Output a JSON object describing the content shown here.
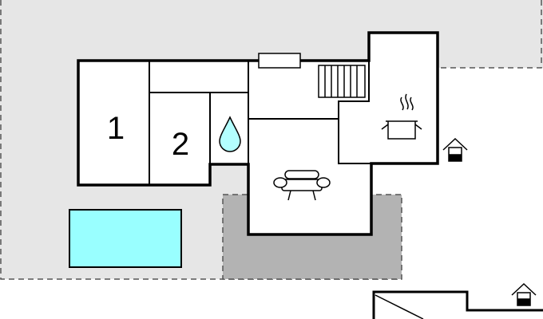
{
  "floorplan": {
    "rooms": [
      {
        "id": "bedroom-1",
        "label": "1"
      },
      {
        "id": "bedroom-2",
        "label": "2"
      }
    ],
    "icons": [
      "water-drop-icon",
      "stairs-icon",
      "cooking-pot-icon",
      "sofa-icon",
      "house-entrance-icon",
      "house-entrance-icon",
      "pool-icon",
      "window-icon"
    ],
    "colors": {
      "wall": "#000000",
      "plot": "#e6e6e6",
      "terrace": "#b3b3b3",
      "pool": "#99ffff",
      "water": "#b3ffff",
      "background": "#ffffff"
    }
  }
}
